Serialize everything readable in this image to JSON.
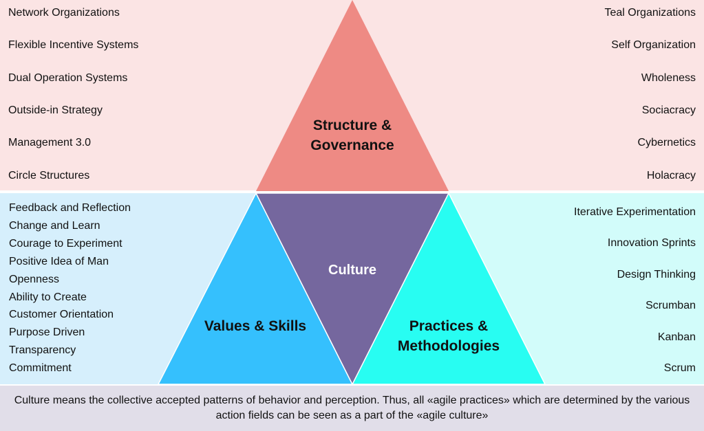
{
  "structure": {
    "title": "Structure & Governance",
    "title_line1": "Structure &",
    "title_line2": "Governance",
    "left_items": [
      "Network Organizations",
      "Flexible Incentive Systems",
      "Dual Operation Systems",
      "Outside-in Strategy",
      "Management 3.0",
      "Circle Structures"
    ],
    "right_items": [
      "Teal Organizations",
      "Self Organization",
      "Wholeness",
      "Sociacracy",
      "Cybernetics",
      "Holacracy"
    ]
  },
  "culture": {
    "title": "Culture"
  },
  "values": {
    "title": "Values & Skills",
    "items": [
      "Feedback and Reflection",
      "Change and Learn",
      "Courage to Experiment",
      "Positive Idea of Man",
      "Openness",
      "Ability to Create",
      "Customer Orientation",
      "Purpose Driven",
      "Transparency",
      "Commitment"
    ]
  },
  "practices": {
    "title_line1": "Practices &",
    "title_line2": "Methodologies",
    "items": [
      "Iterative Experimentation",
      "Innovation Sprints",
      "Design Thinking",
      "Scrumban",
      "Kanban",
      "Scrum"
    ]
  },
  "footer": {
    "text": "Culture means the collective accepted patterns of behavior and perception. Thus, all «agile practices» which are determined by the various action fields can be seen as a part of the «agile culture»"
  },
  "colors": {
    "structure": "#ee8a84",
    "culture": "#75679e",
    "values": "#35c0fd",
    "practices": "#28fdf2"
  }
}
